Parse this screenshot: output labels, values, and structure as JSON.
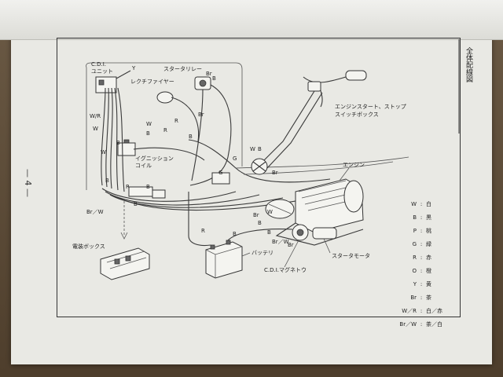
{
  "page": {
    "number": "— 4 —",
    "title_vertical": "全体配線図"
  },
  "labels": {
    "cdi_unit": "C.D.I.\nユニット",
    "cdi_unit_l1": "C.D.I.",
    "cdi_unit_l2": "ユニット",
    "y_top": "Y",
    "starter_relay": "スタータリレー",
    "rectifier": "レクチファイヤー",
    "ignition_coil_l1": "イグニッション",
    "ignition_coil_l2": "コイル",
    "engine_switch_l1": "エンジンスタート、ストップ",
    "engine_switch_l2": "スイッチボックス",
    "engine": "エンジン",
    "electrical_box": "電装ボックス",
    "battery": "バッテリ",
    "cdi_magneto": "C.D.I.マグネトウ",
    "starter_motor": "スタータモータ",
    "wire_codes": [
      "W/R",
      "W",
      "W",
      "B",
      "B",
      "R",
      "R",
      "B",
      "G",
      "W",
      "B",
      "R",
      "B",
      "Br/W",
      "W",
      "G",
      "R",
      "B",
      "Br",
      "G",
      "Br",
      "W",
      "Br",
      "B",
      "Br",
      "B",
      "Br/W",
      "R",
      "B",
      "R",
      "Br"
    ]
  },
  "legend": [
    {
      "code": "W",
      "color": "白"
    },
    {
      "code": "B",
      "color": "黒"
    },
    {
      "code": "P",
      "color": "桃"
    },
    {
      "code": "G",
      "color": "緑"
    },
    {
      "code": "R",
      "color": "赤"
    },
    {
      "code": "O",
      "color": "橙"
    },
    {
      "code": "Y",
      "color": "黄"
    },
    {
      "code": "Br",
      "color": "茶"
    },
    {
      "code": "W／R",
      "color": "白／赤"
    },
    {
      "code": "Br／W",
      "color": "茶／白"
    }
  ]
}
